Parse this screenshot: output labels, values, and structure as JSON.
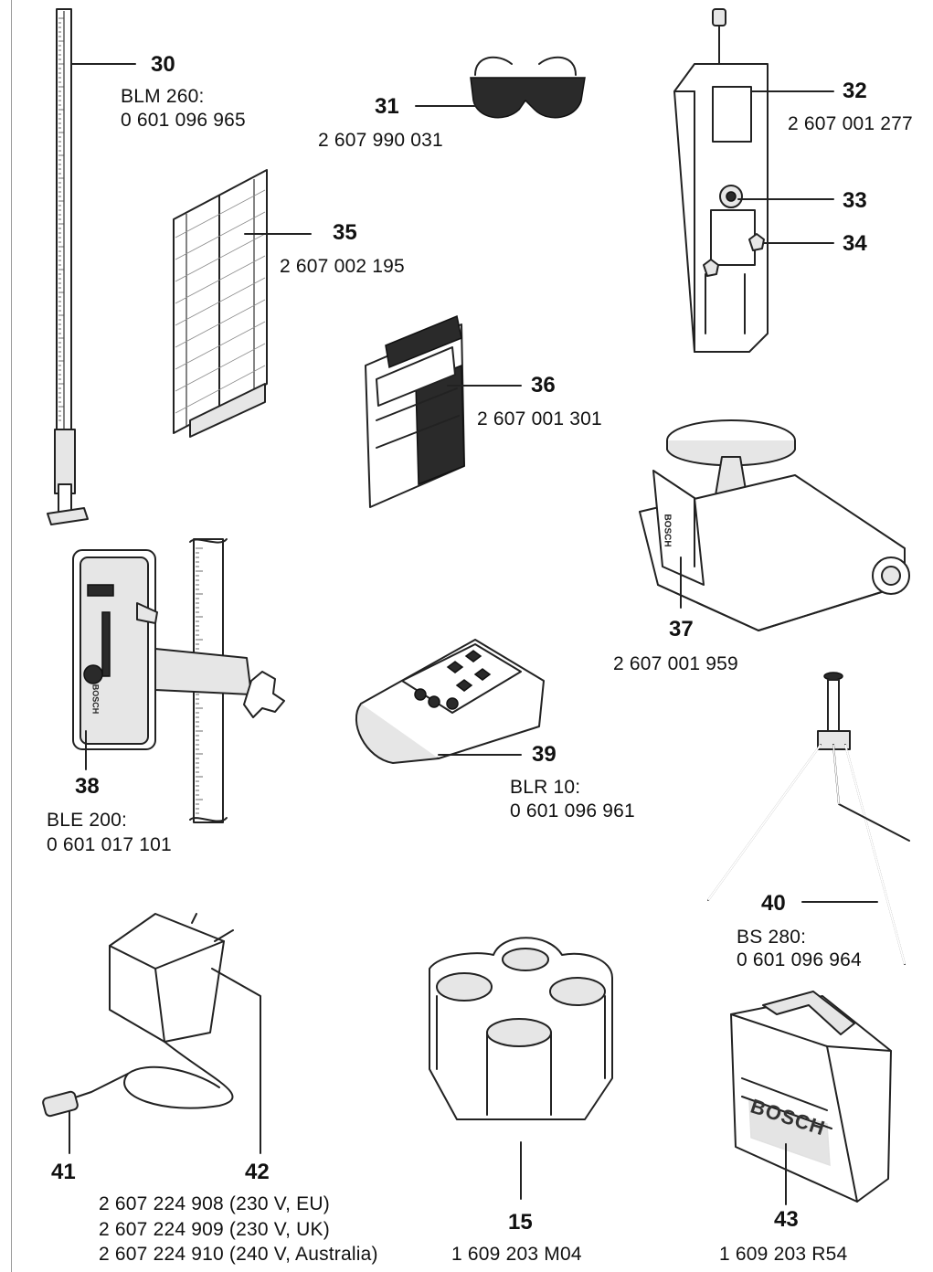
{
  "items": {
    "i30": {
      "num": "30",
      "lines": [
        "BLM 260:",
        "0 601 096 965"
      ]
    },
    "i31": {
      "num": "31",
      "lines": [
        "2 607 990 031"
      ]
    },
    "i32": {
      "num": "32",
      "lines": [
        "2 607 001 277"
      ]
    },
    "i33": {
      "num": "33"
    },
    "i34": {
      "num": "34"
    },
    "i35": {
      "num": "35",
      "lines": [
        "2 607 002 195"
      ]
    },
    "i36": {
      "num": "36",
      "lines": [
        "2 607 001 301"
      ]
    },
    "i37": {
      "num": "37",
      "lines": [
        "2 607 001 959"
      ]
    },
    "i38": {
      "num": "38",
      "lines": [
        "BLE 200:",
        "0 601 017 101"
      ]
    },
    "i39": {
      "num": "39",
      "lines": [
        "BLR 10:",
        "0 601 096 961"
      ]
    },
    "i40": {
      "num": "40",
      "lines": [
        "BS 280:",
        "0 601 096 964"
      ]
    },
    "i41": {
      "num": "41"
    },
    "i42": {
      "num": "42",
      "lines": [
        "2 607 224 908 (230 V, EU)",
        "2 607 224 909 (230 V, UK)",
        "2 607 224 910 (240 V, Australia)"
      ]
    },
    "i15": {
      "num": "15",
      "lines": [
        "1 609 203 M04"
      ]
    },
    "i43": {
      "num": "43",
      "lines": [
        "1 609 203 R54"
      ]
    }
  },
  "brand": {
    "case_logo": "BOSCH",
    "receiver_logo": "BOSCH",
    "base_logo": "BOSCH"
  }
}
